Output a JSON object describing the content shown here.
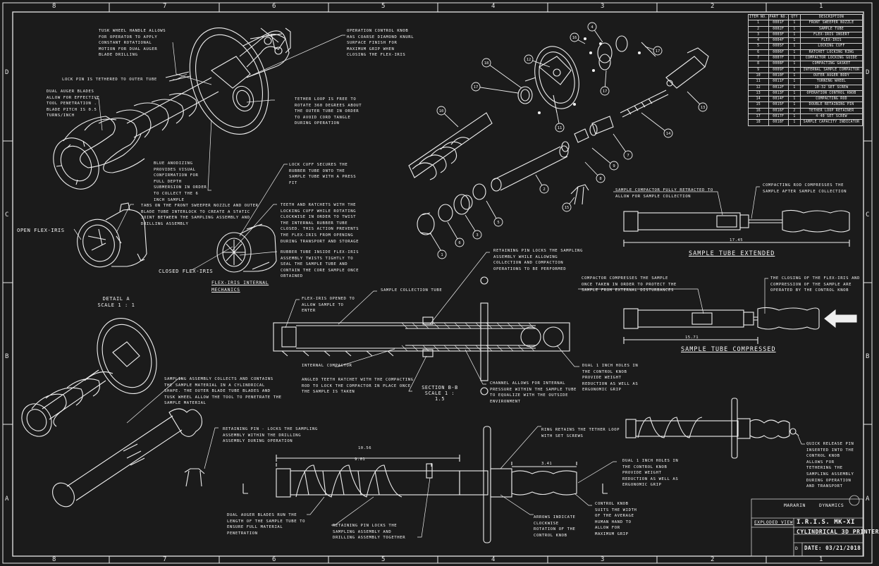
{
  "zones": {
    "columns": [
      "8",
      "7",
      "6",
      "5",
      "4",
      "3",
      "2",
      "1"
    ],
    "rows": [
      "D",
      "C",
      "B",
      "A"
    ]
  },
  "notes": {
    "tusk_wheel": "TUSK WHEEL HANDLE ALLOWS FOR OPERATOR TO APPLY CONSTANT ROTATIONAL MOTION FOR DUAL AUGER BLADE DRILLING",
    "lock_pin": "LOCK PIN IS TETHERED TO OUTER TUBE",
    "dual_auger": "DUAL AUGER BLADES ALLOW FOR EFFECTIVE TOOL PENETRATION . BLADE PITCH IS 0.5 TURNS/INCH",
    "blue_anodized": "BLUE ANODIZING PROVIDES VISUAL CONFIRMATION FOR FULL DEPTH SUBMERSION IN ORDER TO COLLECT THE 6 INCH SAMPLE",
    "op_control": "OPERATION CONTROL KNOB HAS COARSE DIAMOND KNURL SURFACE FINISH FOR MAXIMUM GRIP WHEN CLOSING THE FLEX-IRIS",
    "tether_loop": "TETHER LOOP IS FREE TO ROTATE 360 DEGREES ABOUT THE OUTER TUBE IN ORDER TO AVOID CORD TANGLE DURING OPERATION",
    "tabs_front": "TABS ON THE FRONT SWEEPER NOZZLE AND OUTER BLADE TUBE INTERLOCK TO CREATE A STATIC JOINT BETWEEN THE SAMPLING ASSEMBLY AND DRILLING ASSEMBLY",
    "open_flex": "OPEN FLEX-IRIS",
    "closed_flex": "CLOSED FLEX-IRIS",
    "detail_a": "DETAIL A\nSCALE 1 : 1",
    "lock_cuff": "LOCK CUFF SECURES THE RUBBER TUBE ONTO THE SAMPLE TUBE WITH A PRESS FIT",
    "teeth_ratchets": "TEETH AND RATCHETS WITH THE LOCKING CUFF WHILE ROTATING CLOCKWISE IN ORDER TO TWIST THE INTERNAL RUBBER TUBE CLOSED. THIS ACTION PREVENTS THE FLEX-IRIS FROM OPENING DURING TRANSPORT AND STORAGE",
    "rubber_tube": "RUBBER TUBE INSIDE FLEX-IRIS ASSEMBLY TWISTS TIGHTLY TO SEAL THE SAMPLE TUBE AND CONTAIN THE CORE SAMPLE ONCE OBTAINED",
    "flex_iris_internal": "FLEX-IRIS INTERNAL MECHANICS",
    "retaining_pin_sampling": "RETAINING PIN LOCKS THE SAMPLING ASSEMBLY WHILE ALLOWING COLLECTION AND COMPACTION OPERATIONS TO BE PERFORMED",
    "flex_opened": "FLEX-IRIS OPENED TO ALLOW SAMPLE TO ENTER",
    "sample_collection_tube": "SAMPLE COLLECTION TUBE",
    "internal_compactor": "INTERNAL COMPACTOR",
    "angled_teeth": "ANGLED TEETH RATCHET WITH THE COMPACTING ROD TO LOCK THE COMPACTOR IN PLACE ONCE THE SAMPLE IS TAKEN",
    "section": "SECTION B-B\nSCALE 1 : 1.5",
    "channel": "CHANNEL ALLOWS FOR INTERNAL PRESSURE WITHIN THE SAMPLE TUBE TO EQUALIZE WITH THE OUTSIDE ENVIRONMENT",
    "dual_holes_1": "DUAL 1 INCH HOLES IN THE CONTROL KNOB PROVIDE WEIGHT REDUCTION AS WELL AS ERGONOMIC GRIP",
    "compactor_fully": "SAMPLE COMPACTOR FULLY RETRACTED TO ALLOW FOR SAMPLE COLLECTION",
    "compacting_rod": "COMPACTING ROD COMPRESSES THE SAMPLE AFTER SAMPLE COLLECTION",
    "sample_extended": "SAMPLE TUBE EXTENDED",
    "compactor_compresses": "COMPACTOR COMPRESSES THE SAMPLE ONCE TAKEN IN ORDER TO PROTECT THE SAMPLE FROM EXTERNAL DISTURBANCES",
    "closing_flex": "THE CLOSING OF THE FLEX-IRIS AND COMPRESSION OF THE SAMPLE ARE OPERATED BY THE CONTROL KNOB",
    "sample_compressed": "SAMPLE TUBE COMPRESSED",
    "sampling_assembly": "SAMPLING ASSEMBLY COLLECTS AND CONTAINS THE SAMPLE MATERIAL IN A CYLINDRICAL SHAPE. THE OUTER BLADE TUBE BLADES AND TUSK WHEEL ALLOW THE TOOL TO PENETRATE THE SAMPLE MATERIAL",
    "retaining_pin_drill": "RETAINING PIN - LOCKS THE SAMPLING ASSEMBLY WITHIN THE DRILLING ASSEMBLY DURING OPERATION",
    "dual_auger_run": "DUAL AUGER BLADES RUN THE LENGTH OF THE SAMPLE TUBE TO ENSURE FULL MATERIAL PENETRATION",
    "retaining_pin_locks": "RETAINING PIN LOCKS THE SAMPLING ASSEMBLY AND DRILLING ASSEMBLY TOGETHER",
    "ring_retains": "RING RETAINS THE TETHER LOOP WITH SET SCREWS",
    "arrows_indicate": "ARROWS INDICATE CLOCKWISE ROTATION OF THE CONTROL KNOB",
    "control_knob": "CONTROL KNOB SUITS THE WIDTH OF THE AVERAGE HUMAN HAND TO ALLOW FOR MAXIMUM GRIP",
    "dual_holes_2": "DUAL 1 INCH HOLES IN THE CONTROL KNOB PROVIDE WEIGHT REDUCTION AS WELL AS ERGONOMIC GRIP",
    "quick_release": "QUICK RELEASE PIN INSERTED INTO THE CONTROL KNOB ALLOWS FOR TETHERING THE SAMPLING ASSEMBLY DURING OPERATION AND TRANSPORT"
  },
  "dimensions": {
    "d1": "10.56",
    "d2": "9.01",
    "d3": "3.41",
    "d4": "17.45",
    "d5": "15.71"
  },
  "balloons": [
    "1",
    "2",
    "3",
    "4",
    "5",
    "6",
    "7",
    "8",
    "9",
    "10",
    "11",
    "12",
    "13",
    "14",
    "15",
    "16",
    "17",
    "18"
  ],
  "bom": {
    "headers": [
      "ITEM NO.",
      "PART NO.",
      "QTY",
      "DESCRIPTION"
    ],
    "rows": [
      [
        "1",
        "0001F",
        "1",
        "FRONT SWEEPER NOZZLE"
      ],
      [
        "2",
        "0002F",
        "1",
        "SAMPLE TUBE"
      ],
      [
        "3",
        "0003F",
        "1",
        "FLEX-IRIS INSERT"
      ],
      [
        "4",
        "0004F",
        "1",
        "FLEX-IRIS"
      ],
      [
        "5",
        "0005F",
        "1",
        "LOCKING CUFF"
      ],
      [
        "6",
        "0006F",
        "1",
        "RATCHET LOCKING RING"
      ],
      [
        "7",
        "0007F",
        "1",
        "COMPACTOR LOCKING GUIDE"
      ],
      [
        "8",
        "0008F",
        "1",
        "COMPACTING GASKET"
      ],
      [
        "9",
        "0009F",
        "1",
        "INTERNAL SAMPLE COMPACTOR"
      ],
      [
        "10",
        "0010F",
        "1",
        "OUTER AUGER BODY"
      ],
      [
        "11",
        "0011F",
        "1",
        "TURNING WHEEL"
      ],
      [
        "12",
        "0012F",
        "1",
        "10-32 SET SCREW"
      ],
      [
        "13",
        "0013F",
        "1",
        "OPERATION CONTROL KNOB"
      ],
      [
        "14",
        "0014F",
        "1",
        "COMPACTING ROD"
      ],
      [
        "15",
        "0015F",
        "1",
        "DOUBLE RETAINING PIN"
      ],
      [
        "16",
        "0016F",
        "2",
        "TETHER LOOP RETAINER"
      ],
      [
        "17",
        "0017F",
        "1",
        "4-40 SET SCREW"
      ],
      [
        "18",
        "0018F",
        "1",
        "SAMPLE CAPACITY INDICATOR"
      ]
    ]
  },
  "title_block": {
    "company": "MARARIN",
    "company2": "DYNAMICS",
    "view": "EXPLODED VIEW",
    "product": "I.R.I.S. MK-XI",
    "material": "CYLINDRICAL 3D PRINTER",
    "date": "DATE: 03/21/2018",
    "size": "D"
  },
  "colors": {
    "background": "#1b1b1b",
    "ink": "#f0f0f0"
  }
}
